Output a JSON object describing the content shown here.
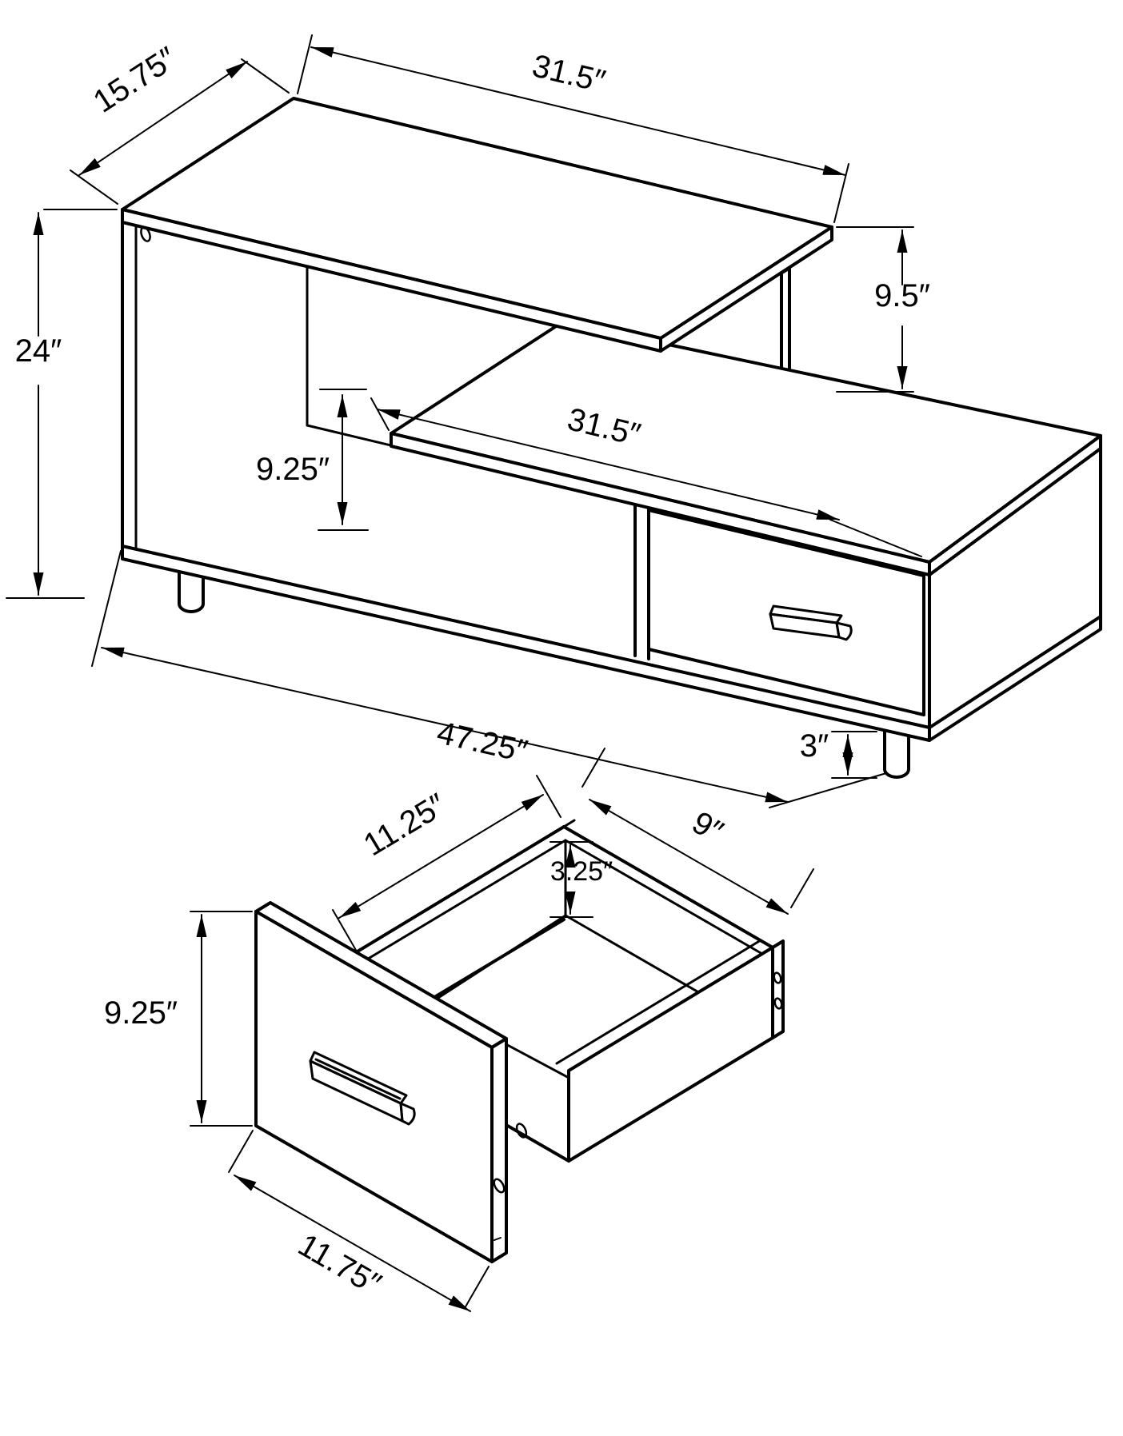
{
  "page": {
    "background": "#ffffff",
    "line_color": "#000000",
    "description": "Two-view dimensioned line drawing of a TV stand and its drawer"
  },
  "figures": {
    "tv_stand": {
      "name": "tv-stand-isometric-view",
      "dimensions": {
        "top_depth": "15.75″",
        "top_width": "31.5″",
        "total_height": "24″",
        "upper_shelf_gap": "9.5″",
        "lower_shelf_width": "31.5″",
        "cubby_height": "9.25″",
        "total_width": "47.25″",
        "leg_height": "3″"
      }
    },
    "drawer": {
      "name": "drawer-detail-isometric-view",
      "dimensions": {
        "interior_depth": "11.25″",
        "interior_width": "9″",
        "interior_height": "3.25″",
        "front_height": "9.25″",
        "front_width": "11.75″"
      }
    }
  }
}
